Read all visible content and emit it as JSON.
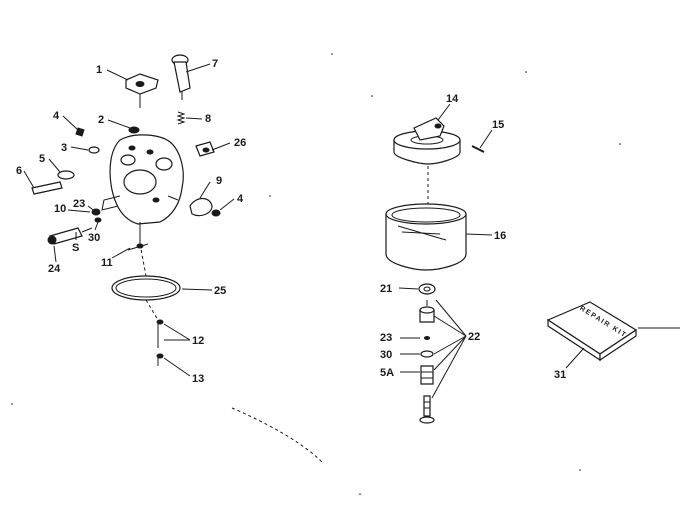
{
  "colors": {
    "ink": "#1a1a1a",
    "paper": "#ffffff"
  },
  "callouts": [
    {
      "id": "1",
      "text": "1"
    },
    {
      "id": "7",
      "text": "7"
    },
    {
      "id": "2",
      "text": "2"
    },
    {
      "id": "8",
      "text": "8"
    },
    {
      "id": "4a",
      "text": "4"
    },
    {
      "id": "3",
      "text": "3"
    },
    {
      "id": "26",
      "text": "26"
    },
    {
      "id": "5",
      "text": "5"
    },
    {
      "id": "6",
      "text": "6"
    },
    {
      "id": "9",
      "text": "9"
    },
    {
      "id": "4b",
      "text": "4"
    },
    {
      "id": "10",
      "text": "10"
    },
    {
      "id": "23a",
      "text": "23"
    },
    {
      "id": "30a",
      "text": "30"
    },
    {
      "id": "S",
      "text": "S"
    },
    {
      "id": "24",
      "text": "24"
    },
    {
      "id": "11",
      "text": "11"
    },
    {
      "id": "25",
      "text": "25"
    },
    {
      "id": "12",
      "text": "12"
    },
    {
      "id": "13",
      "text": "13"
    },
    {
      "id": "14",
      "text": "14"
    },
    {
      "id": "15",
      "text": "15"
    },
    {
      "id": "16",
      "text": "16"
    },
    {
      "id": "21",
      "text": "21"
    },
    {
      "id": "22",
      "text": "22"
    },
    {
      "id": "23b",
      "text": "23"
    },
    {
      "id": "30b",
      "text": "30"
    },
    {
      "id": "5A",
      "text": "5A"
    },
    {
      "id": "31",
      "text": "31"
    }
  ],
  "repair_kit_text": "REPAIR KIT"
}
